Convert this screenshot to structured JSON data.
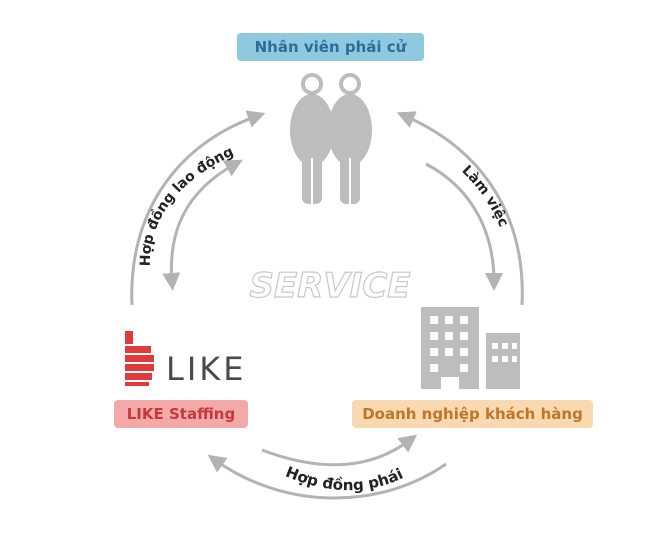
{
  "nodes": {
    "staff": {
      "label": "Nhân viên phái cử",
      "icon": "people-icon"
    },
    "like": {
      "label": "LIKE Staffing",
      "logo_text": "LIKE",
      "icon": "like-logo"
    },
    "client": {
      "label": "Doanh nghiệp khách hàng",
      "icon": "building-icon"
    }
  },
  "center_label": "SERVICE",
  "edges": {
    "employment": "Hợp đồng lao động",
    "work": "Làm việc",
    "dispatch": "Hợp đồng phái"
  },
  "colors": {
    "arrow": "#b3b3b3",
    "icon_gray": "#bdbdbd",
    "staff_bg": "#8ec9e0",
    "staff_text": "#2f6b9b",
    "like_bg": "#f4a9a9",
    "like_text": "#c43a3a",
    "client_bg": "#f8d9b0",
    "client_text": "#c0762a",
    "logo_red": "#e03a3a",
    "logo_dark": "#4a4a4a"
  }
}
